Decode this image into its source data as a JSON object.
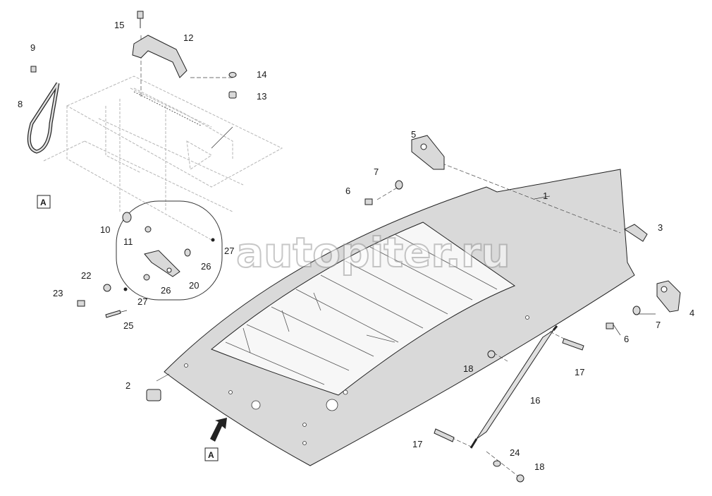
{
  "watermark": "autopiter.ru",
  "view_marker": "A",
  "callouts": {
    "c1": "1",
    "c2": "2",
    "c3": "3",
    "c4": "4",
    "c5": "5",
    "c6a": "6",
    "c6b": "6",
    "c7a": "7",
    "c7b": "7",
    "c8": "8",
    "c9": "9",
    "c10": "10",
    "c11": "11",
    "c12": "12",
    "c13": "13",
    "c14": "14",
    "c15": "15",
    "c16": "16",
    "c17a": "17",
    "c17b": "17",
    "c18a": "18",
    "c18b": "18",
    "c20": "20",
    "c22": "22",
    "c23": "23",
    "c24": "24",
    "c25": "25",
    "c26a": "26",
    "c26b": "26",
    "c27a": "27",
    "c27b": "27"
  }
}
